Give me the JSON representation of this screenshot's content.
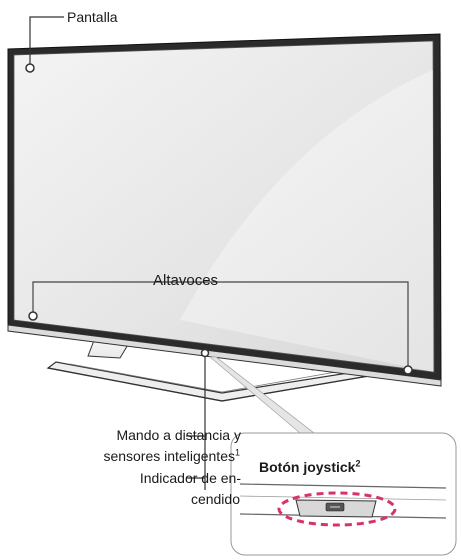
{
  "labels": {
    "screen": "Pantalla",
    "speakers": "Altavoces",
    "remote_line1": "Mando a distancia y",
    "remote_line2": "sensores inteligentes",
    "remote_footnote": "1",
    "power_line1": "Indicador de en-",
    "power_line2": "cendido",
    "joystick": "Botón joystick",
    "joystick_footnote": "2"
  },
  "colors": {
    "line": "#333333",
    "screen_frame": "#222222",
    "dash_highlight": "#d6336c"
  }
}
